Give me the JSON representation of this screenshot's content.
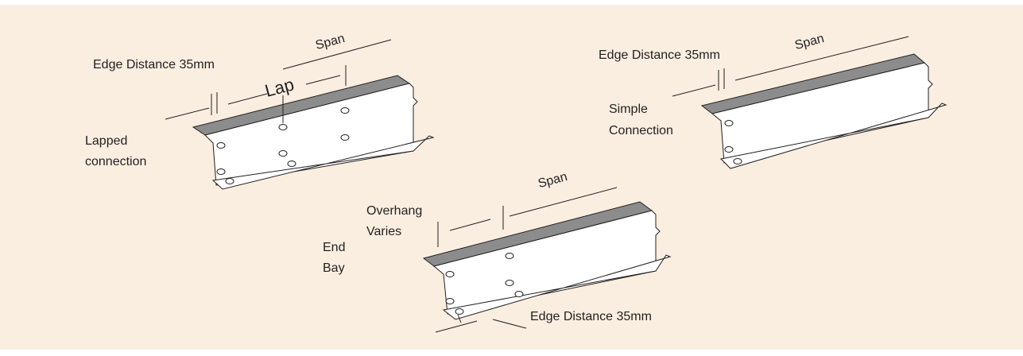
{
  "diagrams": {
    "lapped": {
      "span_label": "Span",
      "edge_label": "Edge Distance 35mm",
      "lap_label": "Lap",
      "connection_label_line1": "Lapped",
      "connection_label_line2": "connection"
    },
    "simple": {
      "span_label": "Span",
      "edge_label": "Edge Distance 35mm",
      "connection_label_line1": "Simple",
      "connection_label_line2": "Connection"
    },
    "end_bay": {
      "span_label": "Span",
      "overhang_label_line1": "Overhang",
      "overhang_label_line2": "Varies",
      "bay_label_line1": "End",
      "bay_label_line2": "Bay",
      "edge_label": "Edge Distance 35mm"
    }
  },
  "colors": {
    "background": "#faeee0",
    "flange_top": "#8c8c8c",
    "line": "#231f20"
  }
}
